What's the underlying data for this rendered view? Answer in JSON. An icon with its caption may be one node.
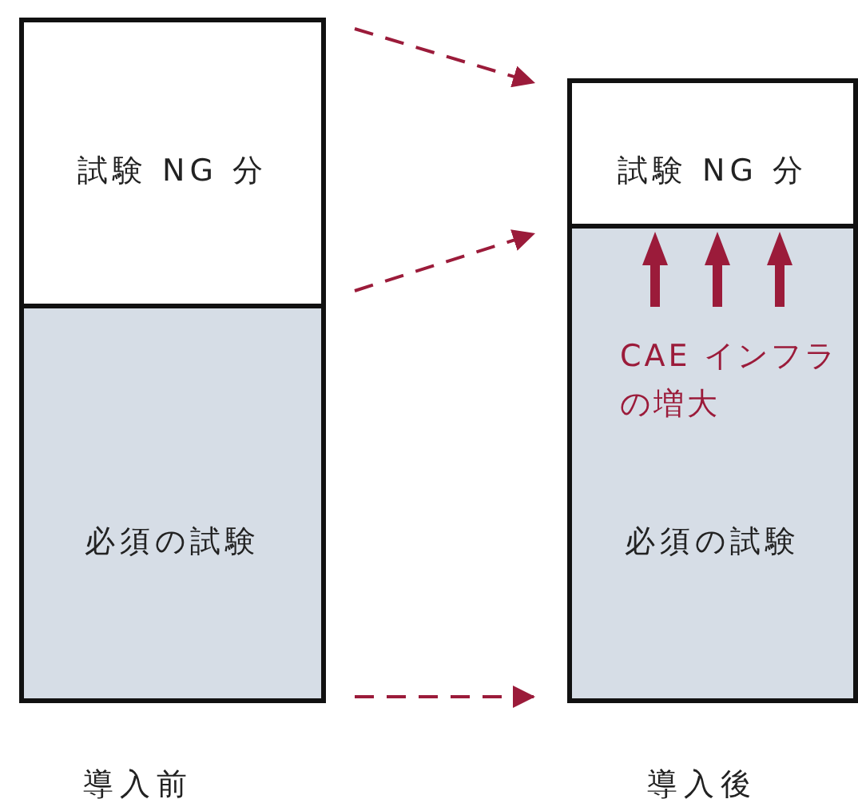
{
  "diagram": {
    "nodes": [
      {
        "text": [
          "試験 NG 分"
        ]
      },
      {
        "text": [
          "必須の試験"
        ]
      },
      {
        "text": [
          "試験 NG 分"
        ]
      },
      {
        "text": [
          "必須の試験"
        ]
      }
    ],
    "edges": [
      {
        "from": 0,
        "to": 2,
        "arrow": "to",
        "style": "dashed",
        "color": "#9b1b3a"
      },
      {
        "from": 0,
        "to": 3,
        "arrow": "to",
        "style": "dashed",
        "color": "#9b1b3a"
      },
      {
        "from": 1,
        "to": 3,
        "arrow": "to",
        "style": "dashed",
        "color": "#9b1b3a"
      }
    ],
    "labels": [
      "CAE インフラの増大",
      "導入前",
      "導入後"
    ]
  }
}
